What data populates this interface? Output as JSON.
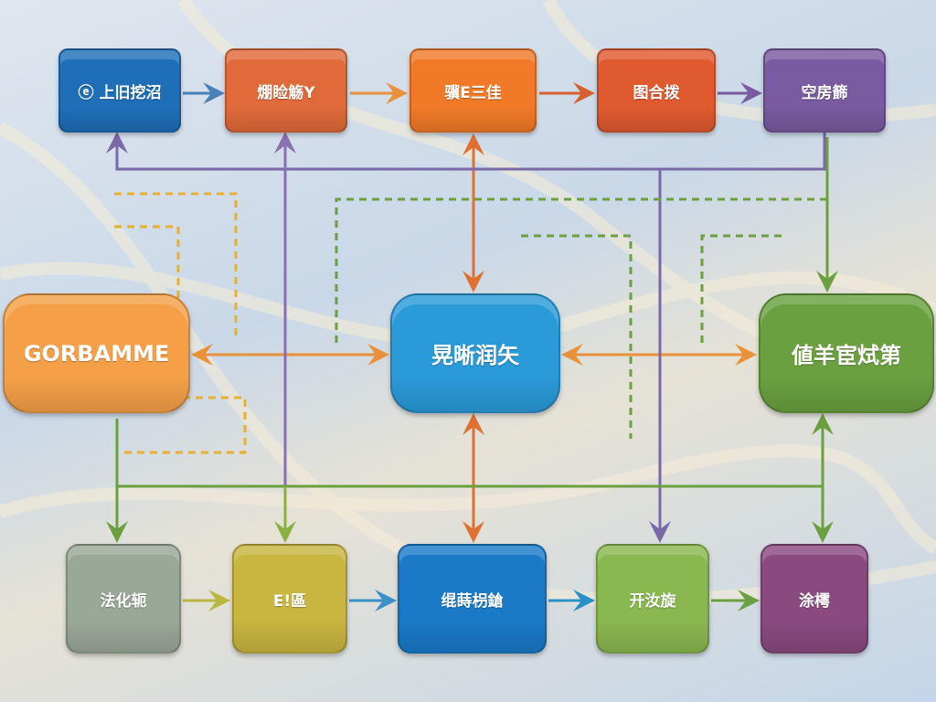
{
  "top_row": [
    {
      "label": "ⓔ 上旧挖沼",
      "color": "#1e6fb8"
    },
    {
      "label": "焩睑觞Y",
      "color": "#e06a3a"
    },
    {
      "label": "骥E三佳",
      "color": "#f07a28"
    },
    {
      "label": "图合拨",
      "color": "#e05a30"
    },
    {
      "label": "空房籂",
      "color": "#7a5aa0"
    }
  ],
  "middle_row": [
    {
      "label": "GORBAMME",
      "color": "#f5a048"
    },
    {
      "label": "晃晰润矢",
      "color": "#2a9ad8"
    },
    {
      "label": "値羊宦烒第",
      "color": "#6aa040"
    }
  ],
  "bottom_row": [
    {
      "label": "法化轭",
      "color": "#9aa898"
    },
    {
      "label": "E!區",
      "color": "#c8b640"
    },
    {
      "label": "绲蒔枴鎗",
      "color": "#1a7ac8"
    },
    {
      "label": "开汝旋",
      "color": "#8ab850"
    },
    {
      "label": "涂樗",
      "color": "#8a4a80"
    }
  ]
}
